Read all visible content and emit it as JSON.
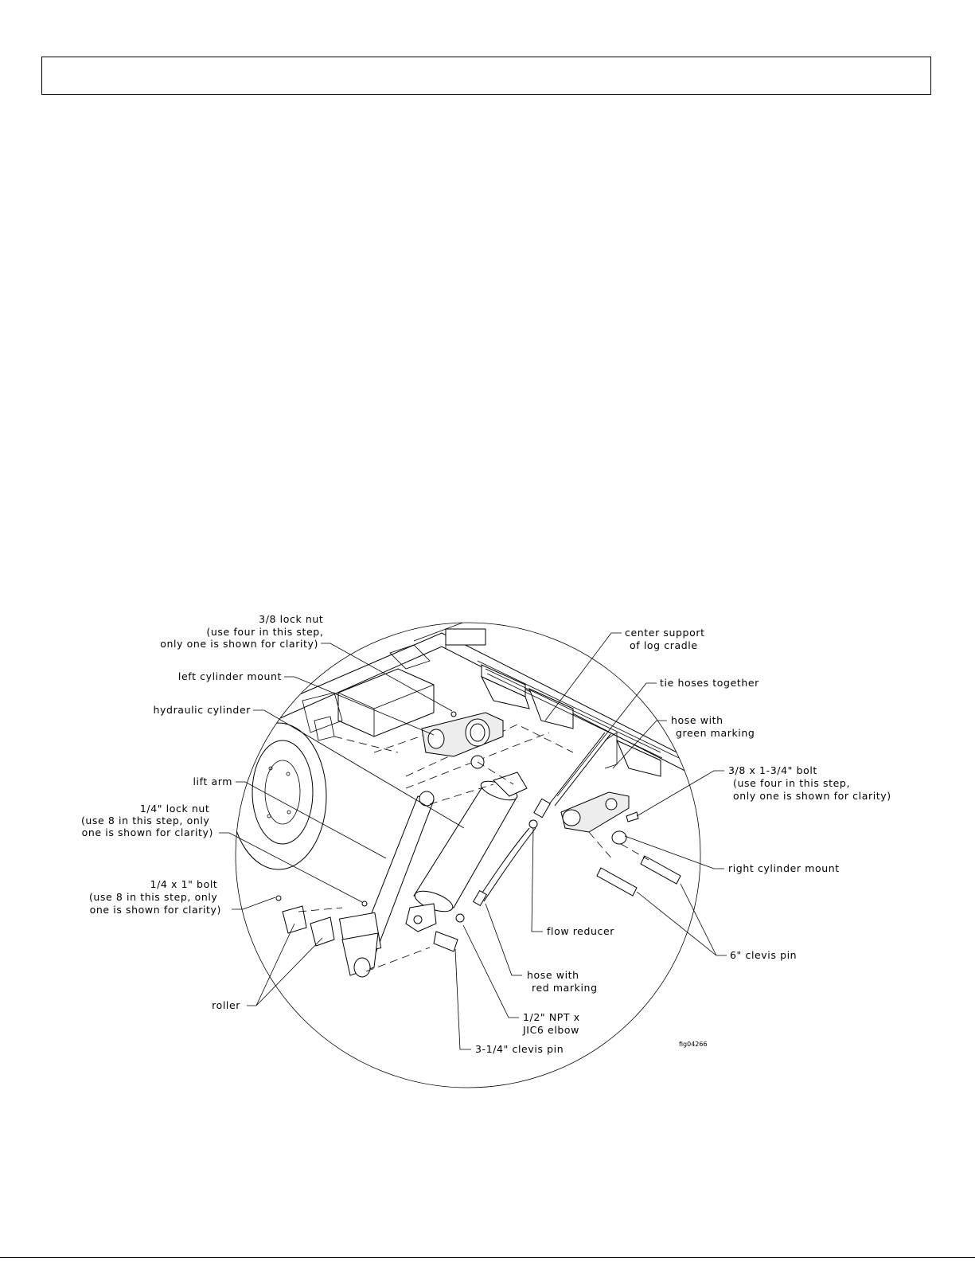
{
  "header": {
    "title": ""
  },
  "figure_id": "fig04266",
  "labels": {
    "lock_nut_38": [
      "3/8 lock nut",
      "(use four in this step,",
      "only one is shown for clarity)"
    ],
    "left_cylinder_mount": "left cylinder mount",
    "hydraulic_cylinder": "hydraulic cylinder",
    "lift_arm": "lift arm",
    "lock_nut_14": [
      "1/4\" lock nut",
      "(use 8 in this step, only",
      "one is shown for clarity)"
    ],
    "bolt_14": [
      "1/4 x 1\" bolt",
      "(use 8 in this step, only",
      "one is shown for clarity)"
    ],
    "roller": "roller",
    "center_support": [
      "center support",
      "of log cradle"
    ],
    "tie_hoses": "tie hoses together",
    "hose_green": [
      "hose with",
      "green marking"
    ],
    "bolt_38": [
      "3/8 x 1-3/4\" bolt",
      "(use four in this step,",
      "only one is shown for clarity)"
    ],
    "right_cylinder_mount": "right cylinder mount",
    "flow_reducer": "flow reducer",
    "clevis_pin_6": "6\" clevis pin",
    "hose_red": [
      "hose with",
      "red marking"
    ],
    "elbow": [
      "1/2\" NPT x",
      "JIC6 elbow"
    ],
    "clevis_pin_314": "3-1/4\" clevis pin"
  }
}
